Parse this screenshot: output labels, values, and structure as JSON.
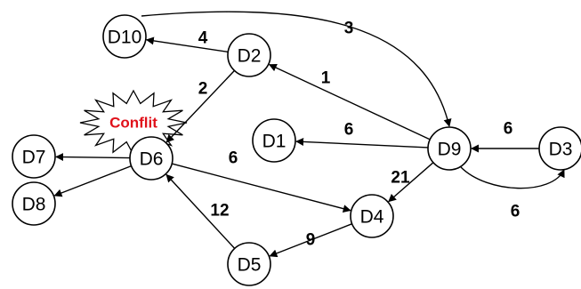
{
  "colors": {
    "conflict_text": "#e0101a",
    "stroke": "#000000",
    "node_fill": "#ffffff"
  },
  "nodes": [
    {
      "id": "D10",
      "label": "D10"
    },
    {
      "id": "D2",
      "label": "D2"
    },
    {
      "id": "D6",
      "label": "D6"
    },
    {
      "id": "D7",
      "label": "D7"
    },
    {
      "id": "D8",
      "label": "D8"
    },
    {
      "id": "D1",
      "label": "D1"
    },
    {
      "id": "D9",
      "label": "D9"
    },
    {
      "id": "D3",
      "label": "D3"
    },
    {
      "id": "D4",
      "label": "D4"
    },
    {
      "id": "D5",
      "label": "D5"
    }
  ],
  "edges": [
    {
      "from": "D10",
      "to": "D9",
      "weight": "3"
    },
    {
      "from": "D2",
      "to": "D10",
      "weight": "4"
    },
    {
      "from": "D2",
      "to": "D6",
      "weight": "2"
    },
    {
      "from": "D9",
      "to": "D2",
      "weight": "1"
    },
    {
      "from": "D9",
      "to": "D1",
      "weight": "6"
    },
    {
      "from": "D3",
      "to": "D9",
      "weight": "6"
    },
    {
      "from": "D9",
      "to": "D3",
      "weight": "6"
    },
    {
      "from": "D9",
      "to": "D4",
      "weight": "21"
    },
    {
      "from": "D6",
      "to": "D4",
      "weight": "6"
    },
    {
      "from": "D4",
      "to": "D5",
      "weight": "9"
    },
    {
      "from": "D5",
      "to": "D6",
      "weight": "12"
    },
    {
      "from": "D6",
      "to": "D7",
      "weight": ""
    },
    {
      "from": "D6",
      "to": "D8",
      "weight": ""
    }
  ],
  "conflict": {
    "label": "Conflit"
  }
}
